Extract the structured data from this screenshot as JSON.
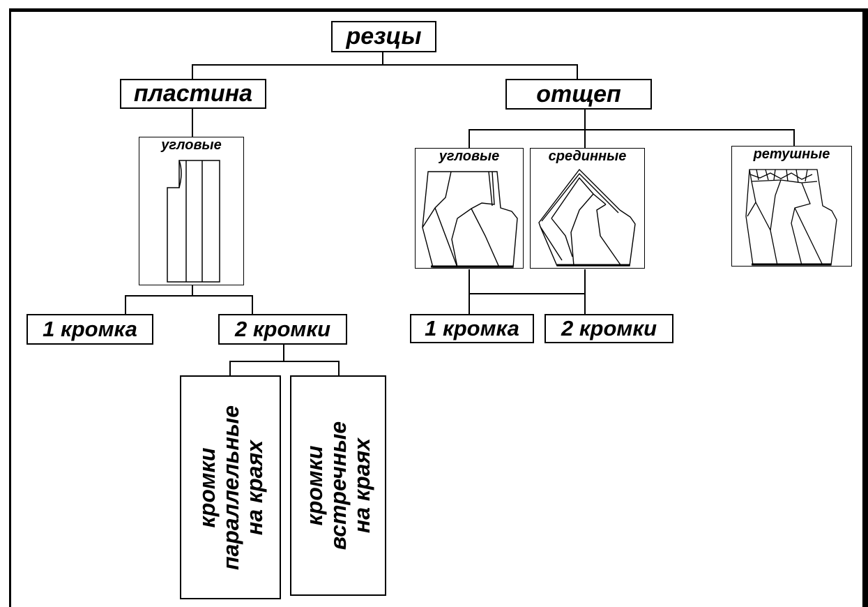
{
  "root": "резцы",
  "branches": {
    "blade": "пластина",
    "flake": "отщеп"
  },
  "blade_types": {
    "angular": "угловые"
  },
  "flake_types": {
    "angular": "угловые",
    "median": "срединные",
    "retouched": "ретушные"
  },
  "blade_edges": {
    "one": "1 кромка",
    "two": "2 кромки"
  },
  "flake_edges": {
    "one": "1 кромка",
    "two": "2 кромки"
  },
  "two_edge_variants": {
    "parallel": [
      "кромки",
      "параллельные",
      "на краях"
    ],
    "opposing": [
      "кромки",
      "встречные",
      "на краях"
    ]
  }
}
